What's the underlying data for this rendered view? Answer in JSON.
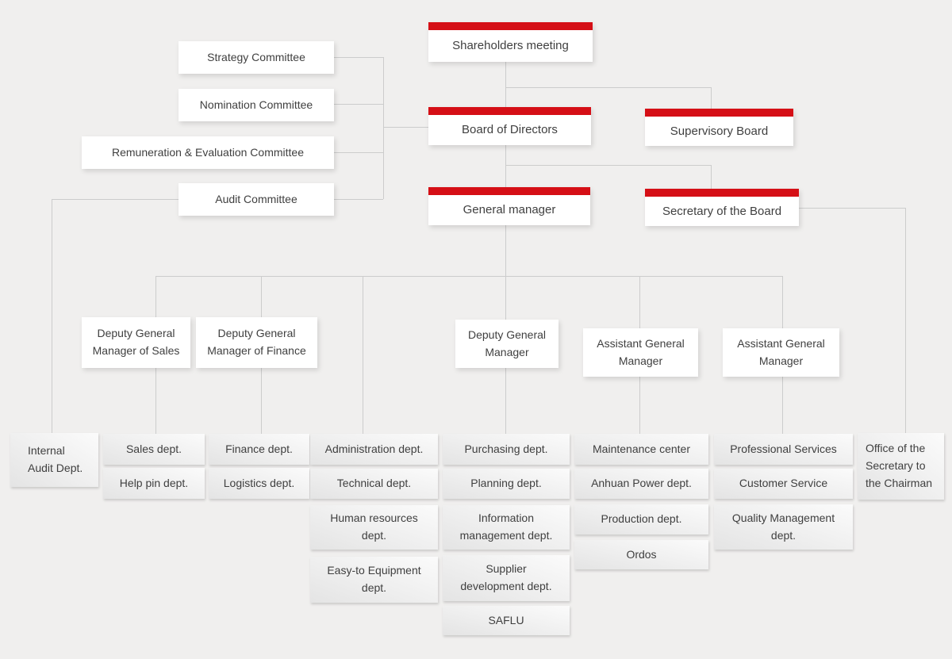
{
  "colors": {
    "accent": "#d50f16",
    "background": "#f0efee",
    "connector": "#cccccc",
    "text": "#3f3f3f"
  },
  "org": {
    "governance": {
      "shareholders_meeting": "Shareholders meeting",
      "board_of_directors": "Board of Directors",
      "supervisory_board": "Supervisory Board",
      "general_manager": "General manager",
      "secretary_of_the_board": "Secretary of the Board"
    },
    "committees": {
      "strategy": "Strategy Committee",
      "nomination": "Nomination Committee",
      "remuneration": "Remuneration & Evaluation Committee",
      "audit": "Audit Committee"
    },
    "executives": {
      "deputy_gm_sales": "Deputy General Manager of Sales",
      "deputy_gm_finance": "Deputy General Manager of Finance",
      "deputy_gm": "Deputy General Manager",
      "assistant_gm_1": "Assistant General Manager",
      "assistant_gm_2": "Assistant General Manager"
    },
    "departments": {
      "internal_audit": "Internal Audit Dept.",
      "sales": "Sales dept.",
      "help_pin": "Help pin dept.",
      "finance": "Finance dept.",
      "logistics": "Logistics dept.",
      "administration": "Administration dept.",
      "technical": "Technical dept.",
      "human_resources": "Human resources dept.",
      "easy_to_equipment": "Easy-to Equipment dept.",
      "purchasing": "Purchasing dept.",
      "planning": "Planning dept.",
      "information_management": "Information management dept.",
      "supplier_development": "Supplier development dept.",
      "saflu": "SAFLU",
      "maintenance_center": "Maintenance center",
      "anhuan_power": "Anhuan Power dept.",
      "production": "Production dept.",
      "ordos": "Ordos",
      "professional_services": "Professional Services",
      "customer_service": "Customer Service",
      "quality_management": "Quality Management dept.",
      "office_of_secretary": "Office of the Secretary to the Chairman"
    }
  }
}
